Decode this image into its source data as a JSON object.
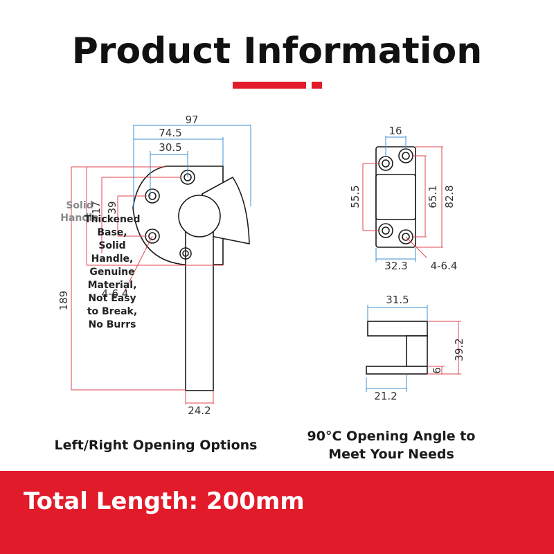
{
  "header": {
    "title": "Product Information",
    "accent_color": "#e21b2a"
  },
  "front_view": {
    "dims": {
      "overall_width": "97",
      "base_width": "74.5",
      "hole_spacing": "30.5",
      "total_height": "189",
      "handle_width": "24.2",
      "hole_callout": "4-6.4",
      "vertical_a": "17",
      "vertical_b": "39",
      "ghost_label": "Solid Handle"
    },
    "note": "Thickened Base, Solid Handle, Genuine Material, Not Easy to Break, No Burrs",
    "caption": "Left/Right Opening Options"
  },
  "plate_view": {
    "dims": {
      "hole_spacing_x": "16",
      "hole_spacing_y": "55.5",
      "inner_height": "65.1",
      "plate_height": "82.8",
      "plate_width": "32.3",
      "hole_callout": "4-6.4"
    }
  },
  "side_view": {
    "dims": {
      "top_width": "31.5",
      "total_height": "39.2",
      "base_thickness": "6",
      "base_width": "21.2"
    },
    "caption": "90°C Opening Angle to Meet Your Needs"
  },
  "banner": {
    "text": "Total Length: 200mm",
    "color": "#e21b2a"
  }
}
